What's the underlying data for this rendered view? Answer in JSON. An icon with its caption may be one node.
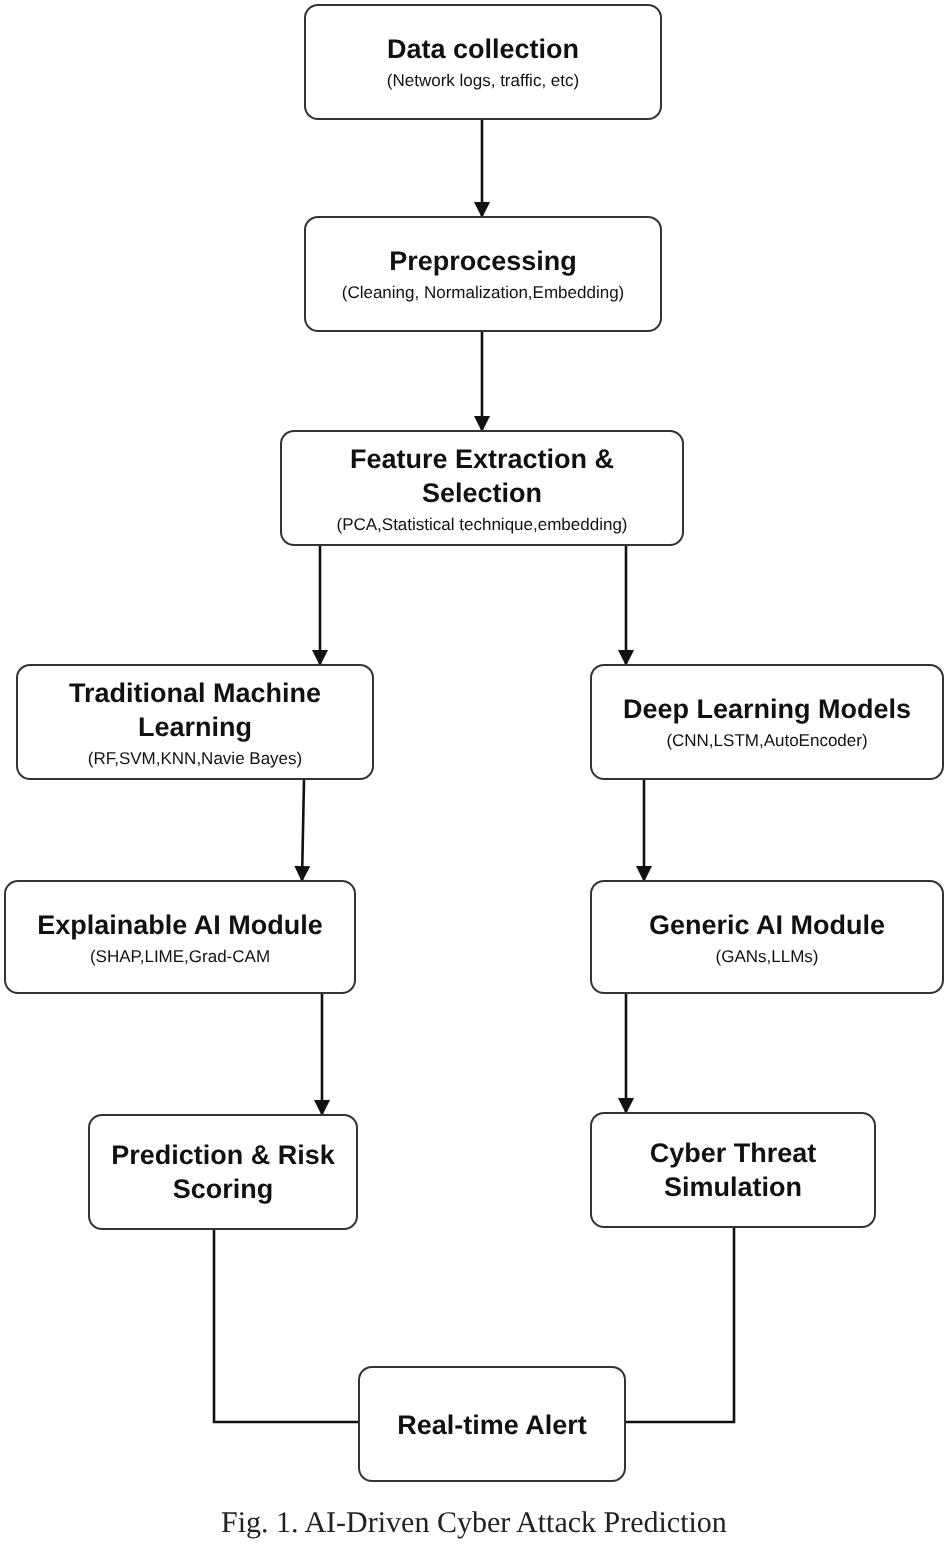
{
  "diagram": {
    "caption": "Fig. 1. AI-Driven Cyber Attack Prediction",
    "nodes": [
      {
        "text": [
          "Data collection",
          "(Network logs, traffic, etc)"
        ]
      },
      {
        "text": [
          "Preprocessing",
          "(Cleaning, Normalization,Embedding)"
        ]
      },
      {
        "text": [
          "Feature Extraction & Selection",
          "(PCA,Statistical technique,embedding)"
        ]
      },
      {
        "text": [
          "Traditional Machine Learning",
          "(RF,SVM,KNN,Navie Bayes)"
        ]
      },
      {
        "text": [
          "Deep Learning Models",
          "(CNN,LSTM,AutoEncoder)"
        ]
      },
      {
        "text": [
          "Explainable AI Module",
          "(SHAP,LIME,Grad-CAM"
        ]
      },
      {
        "text": [
          "Generic AI Module",
          "(GANs,LLMs)"
        ]
      },
      {
        "text": [
          "Prediction & Risk Scoring"
        ]
      },
      {
        "text": [
          "Cyber Threat Simulation"
        ]
      },
      {
        "text": [
          "Real-time Alert"
        ]
      }
    ],
    "edges": [
      {
        "from": 0,
        "to": 1,
        "arrow": "to"
      },
      {
        "from": 1,
        "to": 2,
        "arrow": "to"
      },
      {
        "from": 2,
        "to": 3,
        "arrow": "to"
      },
      {
        "from": 2,
        "to": 4,
        "arrow": "to"
      },
      {
        "from": 3,
        "to": 5,
        "arrow": "to"
      },
      {
        "from": 4,
        "to": 6,
        "arrow": "to"
      },
      {
        "from": 5,
        "to": 7,
        "arrow": "to"
      },
      {
        "from": 6,
        "to": 8,
        "arrow": "to"
      },
      {
        "from": 7,
        "to": 9,
        "arrow": "none"
      },
      {
        "from": 8,
        "to": 9,
        "arrow": "none"
      }
    ]
  }
}
